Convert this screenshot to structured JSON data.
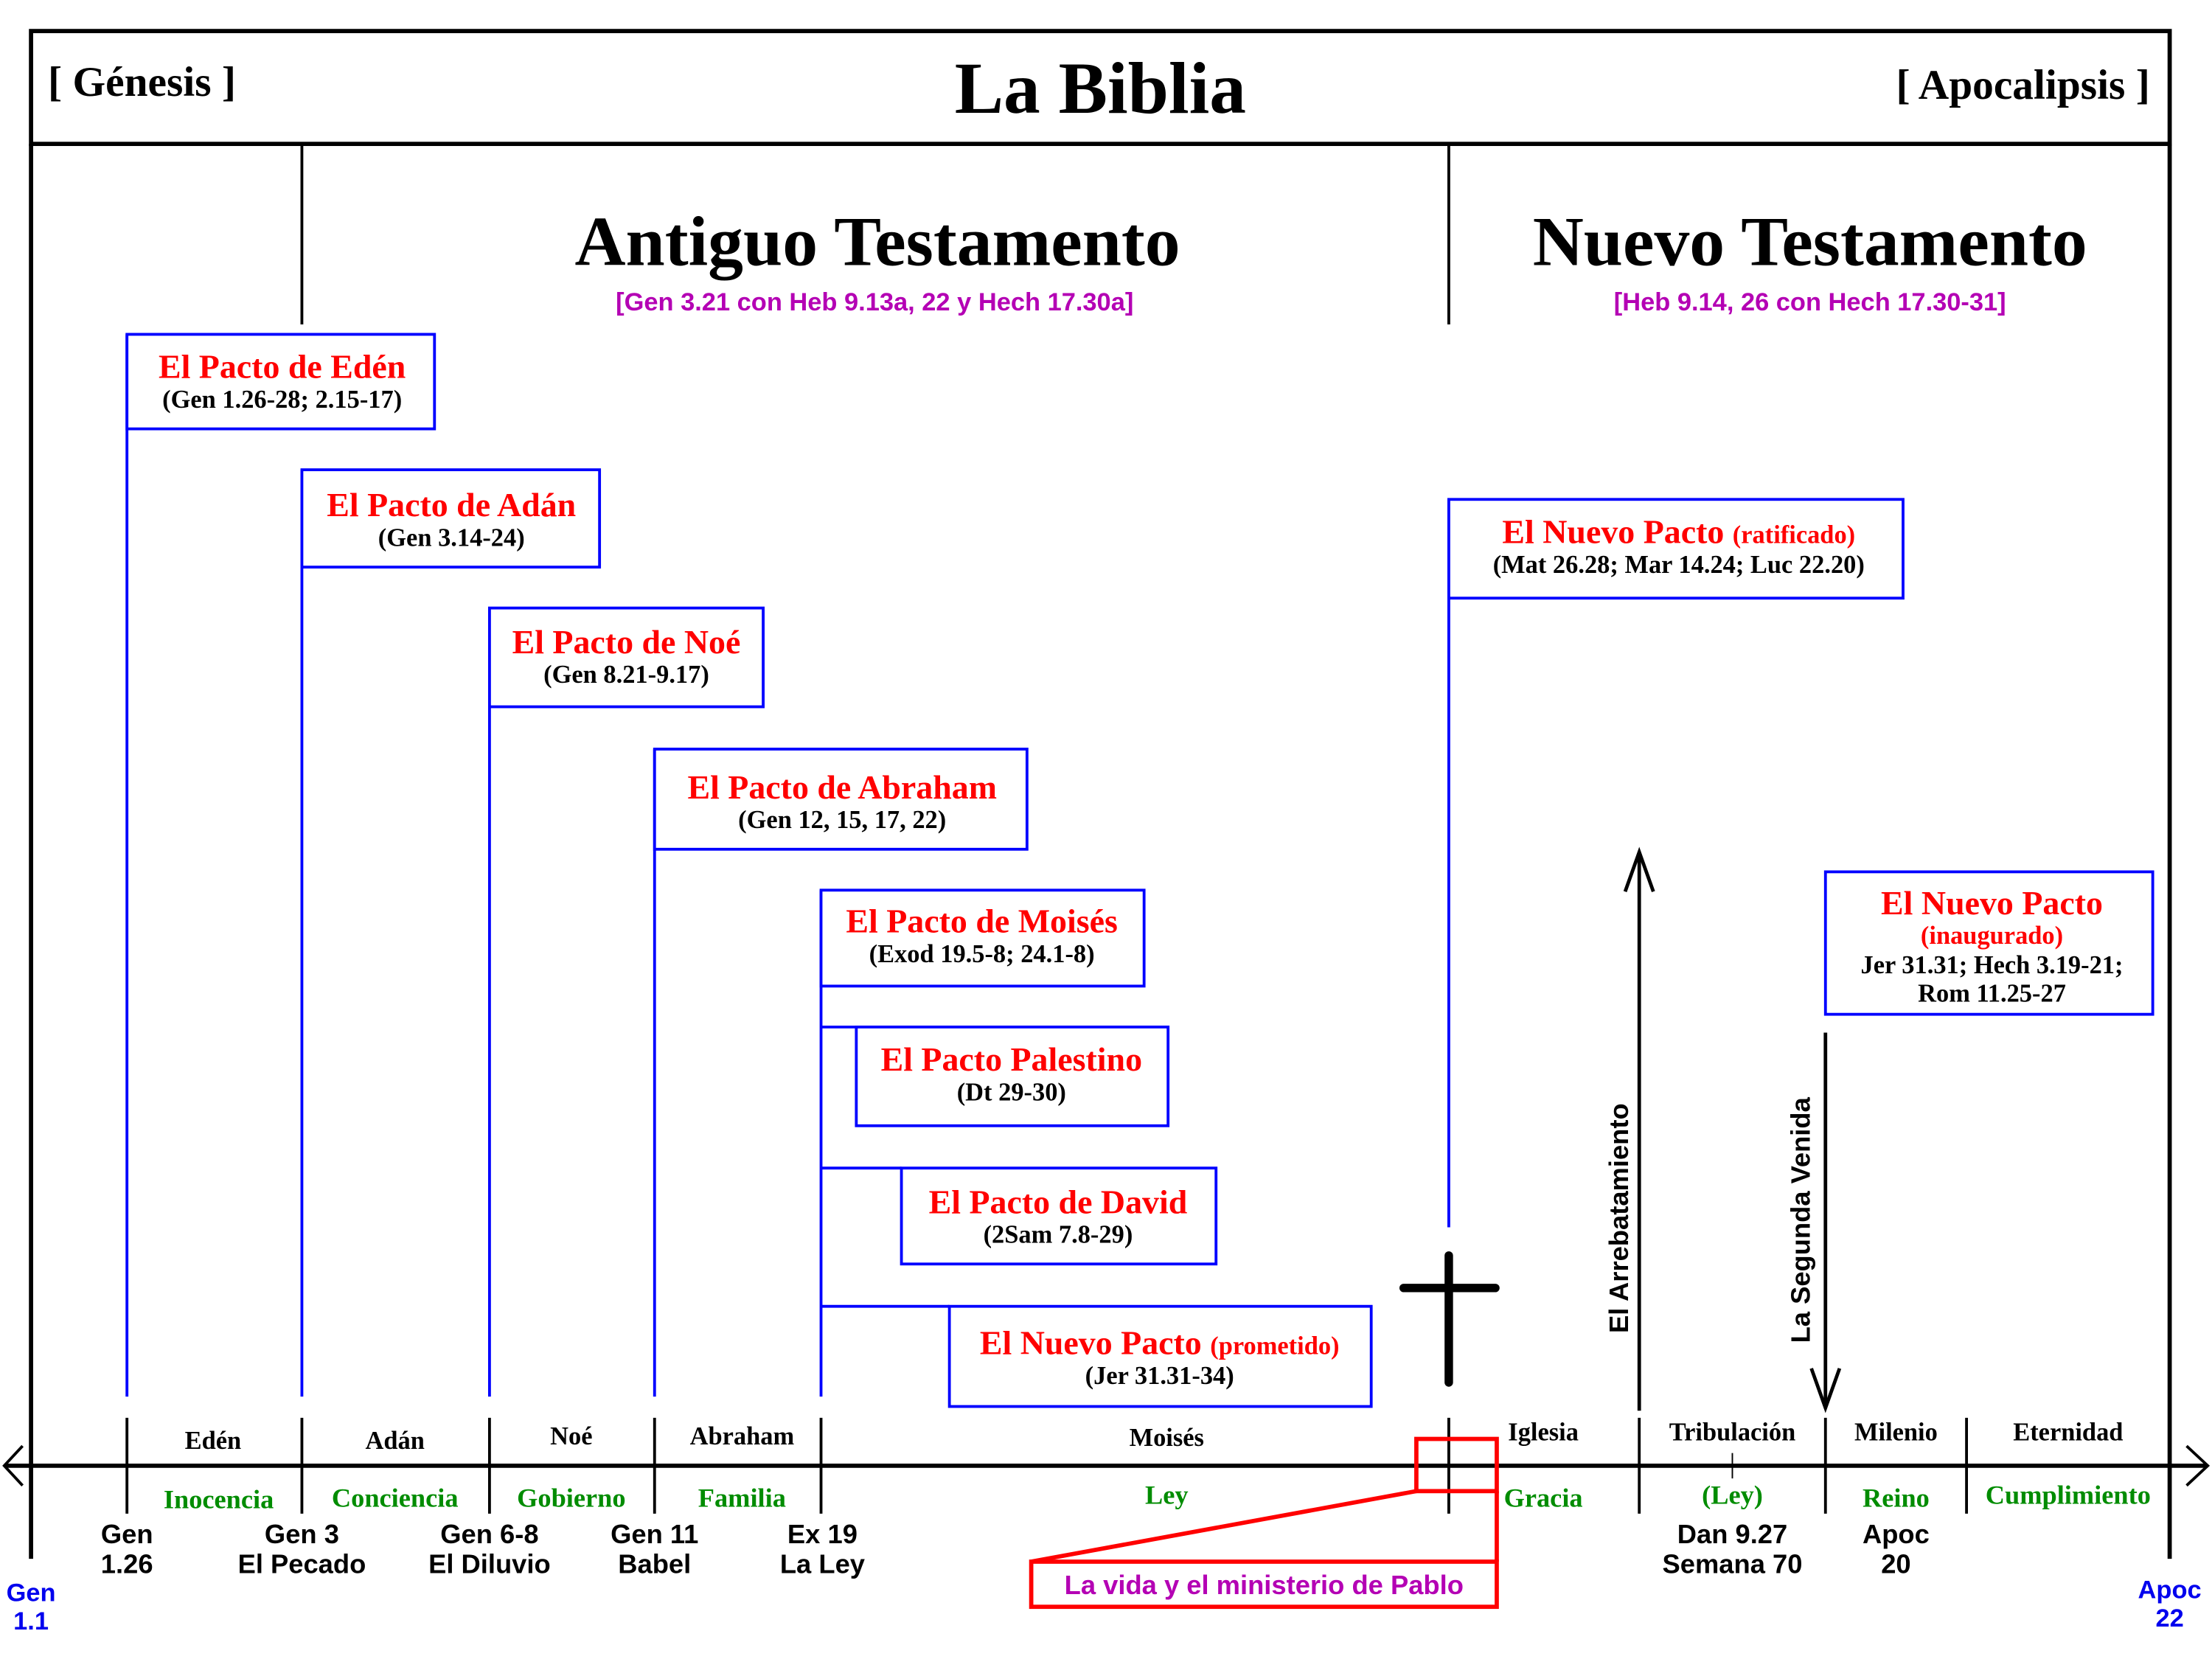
{
  "header": {
    "left": "[ Génesis ]",
    "title": "La Biblia",
    "right": "[ Apocalipsis ]"
  },
  "testaments": {
    "old": {
      "title": "Antiguo Testamento",
      "ref": "[Gen 3.21 con Heb 9.13a, 22 y Hech 17.30a]"
    },
    "new": {
      "title": "Nuevo Testamento",
      "ref": "[Heb 9.14, 26 con Hech 17.30-31]"
    }
  },
  "covenants": [
    {
      "title": "El Pacto de Edén",
      "ref": "(Gen 1.26-28; 2.15-17)"
    },
    {
      "title": "El Pacto de Adán",
      "ref": "(Gen 3.14-24)"
    },
    {
      "title": "El Pacto de Noé",
      "ref": "(Gen 8.21-9.17)"
    },
    {
      "title": "El Pacto de Abraham",
      "ref": "(Gen 12, 15, 17, 22)"
    },
    {
      "title": "El Pacto de Moisés",
      "ref": "(Exod 19.5-8; 24.1-8)"
    },
    {
      "title": "El Pacto Palestino",
      "ref": "(Dt 29-30)"
    },
    {
      "title": "El Pacto de David",
      "ref": "(2Sam 7.8-29)"
    },
    {
      "title": "El Nuevo Pacto",
      "qualifier": "(prometido)",
      "ref": "(Jer 31.31-34)"
    },
    {
      "title": "El Nuevo Pacto",
      "qualifier": "(ratificado)",
      "ref": "(Mat 26.28; Mar 14.24; Luc 22.20)"
    },
    {
      "title": "El Nuevo Pacto",
      "qualifier": "(inaugurado)",
      "ref_line1": "Jer 31.31; Hech 3.19-21;",
      "ref_line2": "Rom 11.25-27"
    }
  ],
  "events": {
    "rapture": "El Arrebatamiento",
    "second_coming": "La Segunda Venida"
  },
  "periods": [
    {
      "name": "Edén",
      "dispensation": "Inocencia"
    },
    {
      "name": "Adán",
      "dispensation": "Conciencia"
    },
    {
      "name": "Noé",
      "dispensation": "Gobierno"
    },
    {
      "name": "Abraham",
      "dispensation": "Familia"
    },
    {
      "name": "Moisés",
      "dispensation": "Ley"
    },
    {
      "name": "Iglesia",
      "dispensation": "Gracia"
    },
    {
      "name": "Tribulación",
      "dispensation": "(Ley)"
    },
    {
      "name": "Milenio",
      "dispensation": "Reino"
    },
    {
      "name": "Eternidad",
      "dispensation": "Cumplimiento"
    }
  ],
  "markers": [
    {
      "line1": "Gen",
      "line2": "1.26"
    },
    {
      "line1": "Gen 3",
      "line2": "El Pecado"
    },
    {
      "line1": "Gen 6-8",
      "line2": "El Diluvio"
    },
    {
      "line1": "Gen 11",
      "line2": "Babel"
    },
    {
      "line1": "Ex 19",
      "line2": "La Ley"
    },
    {
      "line1": "Dan 9.27",
      "line2": "Semana 70"
    },
    {
      "line1": "Apoc",
      "line2": "20"
    }
  ],
  "endpoints": {
    "start": {
      "line1": "Gen",
      "line2": "1.1"
    },
    "end": {
      "line1": "Apoc",
      "line2": "22"
    }
  },
  "callout": "La vida y el ministerio de Pablo",
  "colors": {
    "covenant_title": "#ff0000",
    "covenant_border": "#0000ff",
    "dispensation": "#008c00",
    "reference": "#b400b4",
    "endpoint": "#0000ee"
  }
}
